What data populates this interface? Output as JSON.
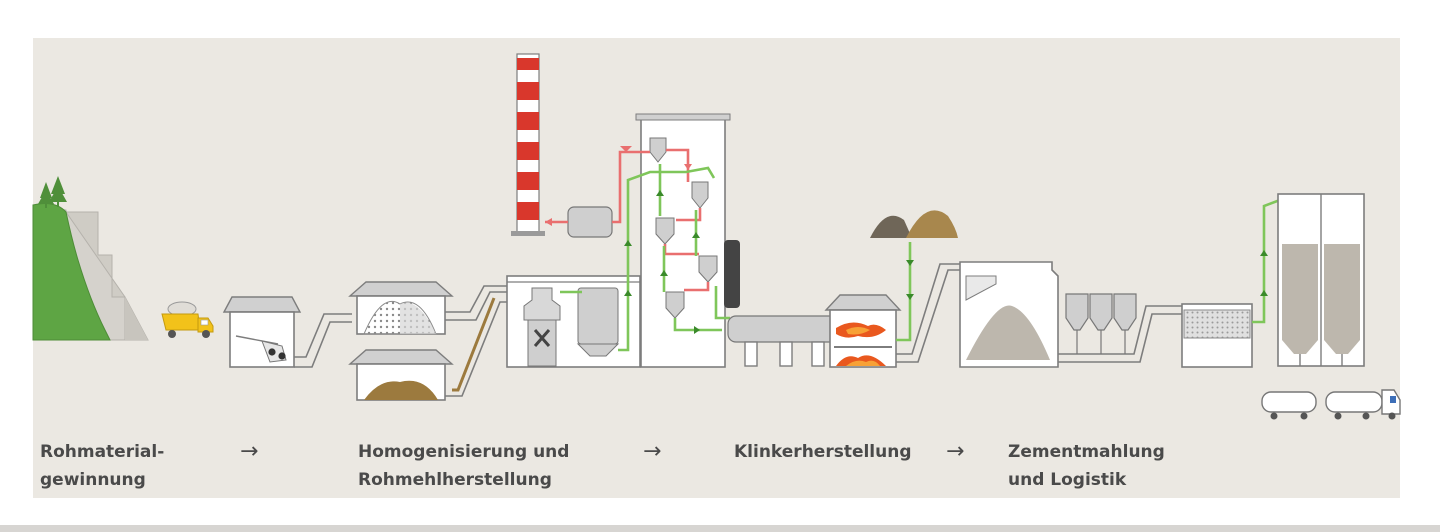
{
  "stages": [
    {
      "line1": "Rohmaterial-",
      "line2": "gewinnung"
    },
    {
      "line1": "Homogenisierung und",
      "line2": "Rohmehlherstellung"
    },
    {
      "line1": "Klinkerherstellung",
      "line2": ""
    },
    {
      "line1": "Zementmahlung",
      "line2": "und Logistik"
    }
  ],
  "arrow_glyph": "→",
  "colors": {
    "background": "#ebe8e2",
    "hill": "#5ea544",
    "truck": "#f2c21a",
    "chimney_red": "#d9372c",
    "flow_green": "#7fc65a",
    "flow_red": "#e96f6f",
    "material": "#9c7a3e",
    "flame": "#e9581e",
    "building": "#ffffff",
    "stroke": "#7d7d7d"
  }
}
